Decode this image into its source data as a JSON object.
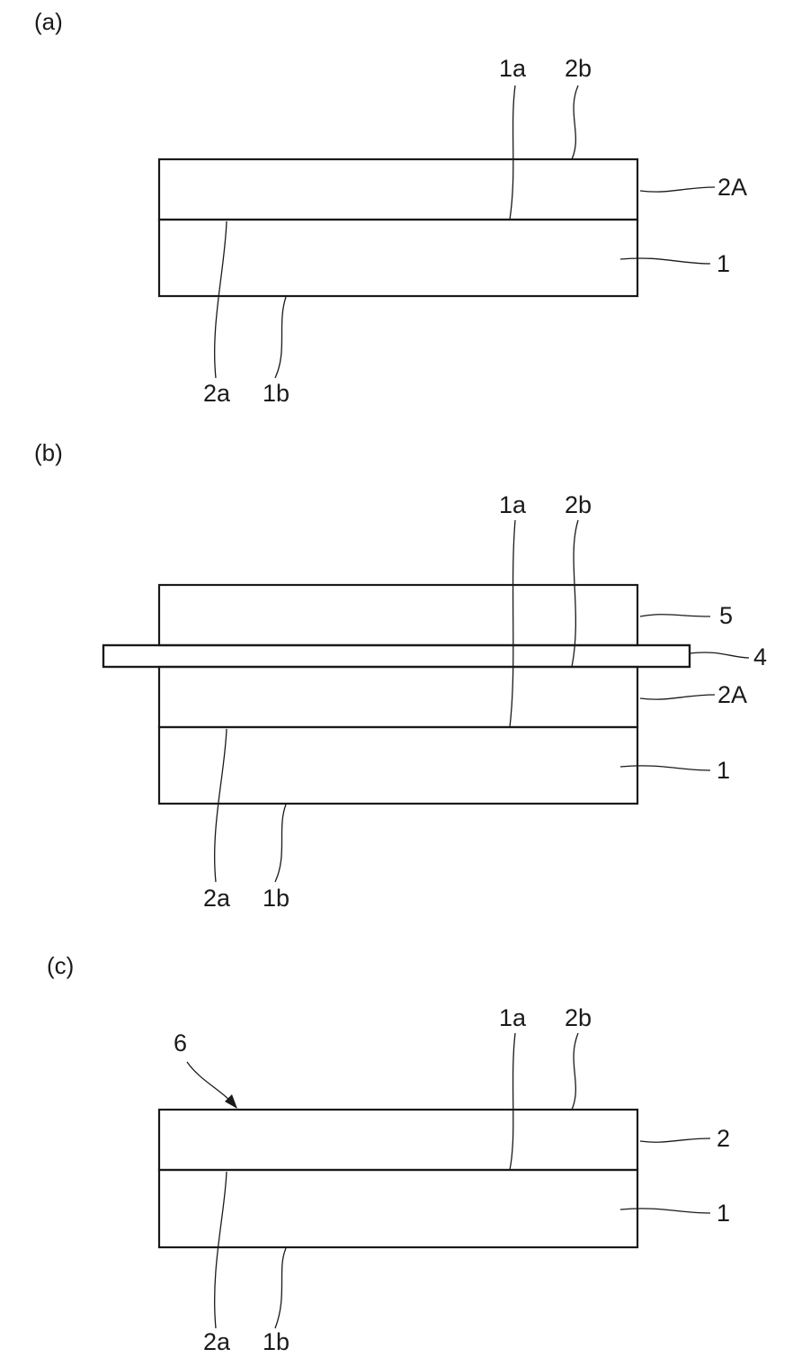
{
  "panels": [
    {
      "id": "a",
      "tag": "(a)",
      "labels": {
        "l1a": "1a",
        "l2b": "2b",
        "l2A": "2A",
        "l1": "1",
        "l2a": "2a",
        "l1b": "1b"
      }
    },
    {
      "id": "b",
      "tag": "(b)",
      "labels": {
        "l1a": "1a",
        "l2b": "2b",
        "l5": "5",
        "l4": "4",
        "l2A": "2A",
        "l1": "1",
        "l2a": "2a",
        "l1b": "1b"
      }
    },
    {
      "id": "c",
      "tag": "(c)",
      "labels": {
        "l6": "6",
        "l1a": "1a",
        "l2b": "2b",
        "l2": "2",
        "l1": "1",
        "l2a": "2a",
        "l1b": "1b"
      }
    }
  ],
  "colors": {
    "line": "#1a1a1a",
    "background": "#ffffff"
  }
}
